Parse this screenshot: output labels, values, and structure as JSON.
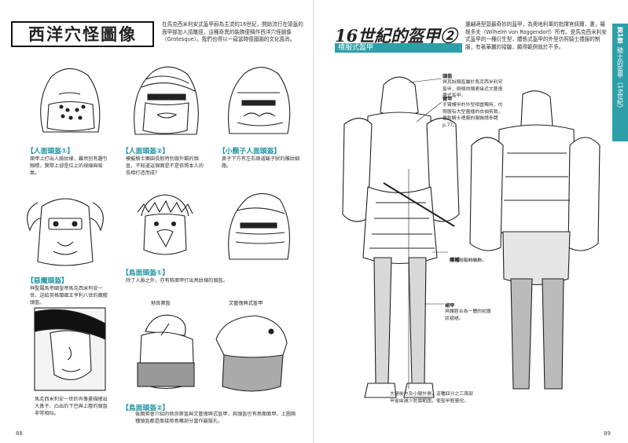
{
  "left_page": {
    "title": "西洋穴怪圖像",
    "intro": "在馬克西米利安式盔甲蔚為主流的16世紀，開始流行在頭盔的面甲部加入語雕經，這種奇異的裝飾便稱作西洋穴怪圖像（Grotesque）。我們也得以一窺當時德國圖的文化風尚。",
    "items": [
      {
        "caption": "【人面頭盔①】",
        "body": "面甲上打出人臉紋樣，雖然別有趣引眼睛，實際上卻是位上的視線與吸氣。"
      },
      {
        "caption": "【人面頭盔②】",
        "body": "模擬騎士團園長般特別做外觀的頭盔，不知道這個面是不是依照本人的長相打造而成？"
      },
      {
        "caption": "【小鬍子人面頭盔】",
        "body": "鼻子下方有左右兩道鬍子狀的雕紋細路。"
      },
      {
        "caption": "【惡魔頭盔】",
        "body": "神聖羅馬帝國皇帝馬克西米利安一世，送給英格蘭國王亨利八世的餽贈頭盔。"
      },
      {
        "caption": "【鳥面頭盔①】",
        "body": "除了人臉之外，亦有將面甲打出鳥紋樣的頭盔。"
      },
      {
        "caption": "【鳥面頭盔②】",
        "body": "後面將會介紹的勃良第盔與文藝復興式盔甲，其頭盔也有鳥面面甲。上圖兩種頭盔都是面接將鳥嘴部分當作鬍鬚孔。"
      }
    ],
    "portrait_caption": "馬克西米利安一世的肖像畫描繪出大鼻子、凸出的下巴與上層的頭盔非常相似。",
    "burgundy_label": "勃良第盔",
    "renaissance_label": "文藝復興式盔甲",
    "page_number": "88"
  },
  "right_page": {
    "title": "16世紀的盔甲②",
    "subtitle": "禮服式盔甲",
    "intro": "還翩適型頭最奇妙的盔甲，為奧地利軍的指揮官佩爾，惠，羅根多夫（Wilhelm von Roggendorf）所有。是馬克西米利安式盔甲的一種衍生型，體態式盔甲的外型仿照騎士禮服的制服，有著華麗的褶皺，顯得範例就於不多。",
    "annotations": [
      {
        "title": "頭盔",
        "body": "與其說頭盔屬於馬克西米利安盔甲，倒傾向頭更接近文藝復興式盔甲。"
      },
      {
        "title": "臂甲",
        "body": "手臂護甲的外型相當獨特，仿照服有大型圖樣的衣袖剪裁，蓋附騎士禮服的服裝請參閱p.77。"
      },
      {
        "title": "護襠",
        "suffix": "(Lame)",
        "body": "護襠胯部的裝飾。"
      },
      {
        "title": "裙甲",
        "body": "與護脛合為一體的蛇腹狀褶裙。"
      },
      {
        "title": "",
        "body": "大腿後方及小腿外側，這種四分之三兩部甲省由減少防禦範圍，使盔甲輕量化。"
      }
    ],
    "chapter_tab": {
      "chapter": "第1章",
      "section": "騎士的盔甲（16世紀）"
    },
    "page_number": "89"
  }
}
